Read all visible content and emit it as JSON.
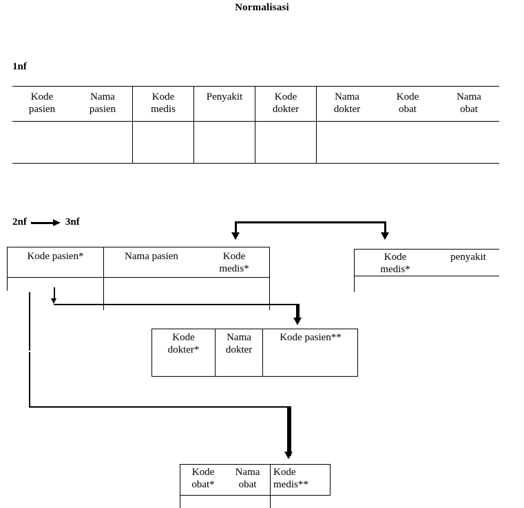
{
  "document": {
    "title": "Normalisasi"
  },
  "sections": {
    "first_normal_form": {
      "label": "1nf",
      "table": {
        "name": "1nf-table",
        "headers": [
          "Kode\npasien",
          "Nama\npasien",
          "Kode\nmedis",
          "Penyakit",
          "Kode\ndokter",
          "Nama\ndokter",
          "Kode\nobat",
          "Nama\nobat"
        ],
        "rows": [
          [
            "",
            "",
            "",
            "",
            "",
            "",
            "",
            ""
          ]
        ]
      }
    },
    "second_to_third_normal_form": {
      "label_from": "2nf",
      "label_to": "3nf",
      "arrow_icon": "arrow-right-icon",
      "tables": [
        {
          "name": "pasien-table",
          "headers": [
            "Kode pasien*",
            "Nama pasien",
            "Kode\nmedis*"
          ],
          "rows": [
            [
              "",
              "",
              ""
            ]
          ]
        },
        {
          "name": "medis-table",
          "headers": [
            "Kode\nmedis*",
            "penyakit"
          ],
          "rows": [
            [
              "",
              ""
            ]
          ]
        },
        {
          "name": "dokter-table",
          "headers": [
            "Kode\ndokter*",
            "Nama\ndokter",
            "Kode pasien**"
          ],
          "rows": [
            [
              "",
              "",
              ""
            ]
          ]
        },
        {
          "name": "obat-table",
          "headers": [
            "Kode\nobat*",
            "Nama\nobat",
            "Kode\nmedis**"
          ],
          "rows": [
            [
              "",
              "",
              ""
            ]
          ]
        }
      ]
    }
  },
  "colors": {
    "ink": "#000000",
    "paper": "#ffffff"
  }
}
